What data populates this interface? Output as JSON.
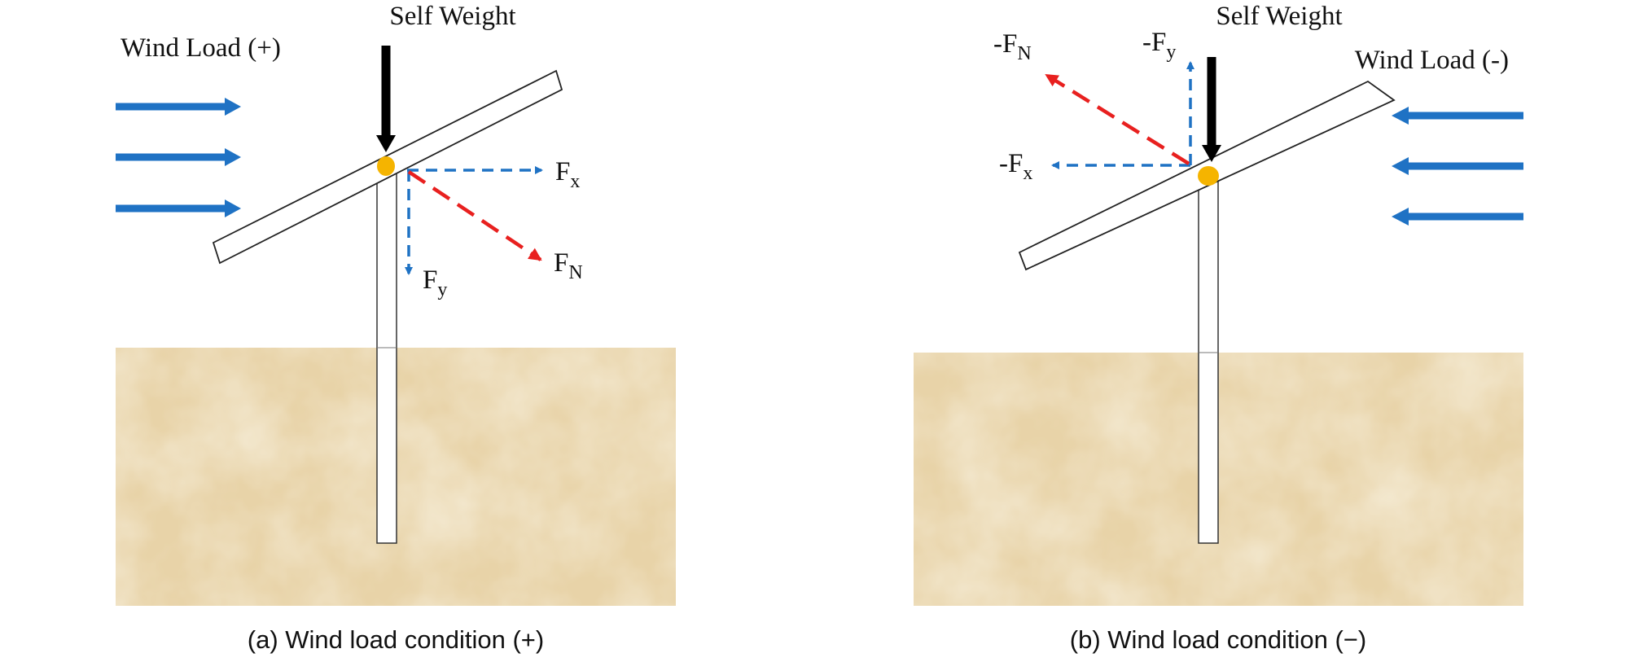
{
  "colors": {
    "wind_arrow": "#1f72c4",
    "component_arrow": "#1f72c4",
    "normal_arrow": "#e8201f",
    "weight_arrow": "#000000",
    "pivot": "#f5b400",
    "ground": "#e8d3a8"
  },
  "panel_a": {
    "self_weight": "Self Weight",
    "wind_load": "Wind Load (+)",
    "fx": "F",
    "fx_sub": "x",
    "fy": "F",
    "fy_sub": "y",
    "fn": "F",
    "fn_sub": "N",
    "caption": "(a) Wind load condition (+)"
  },
  "panel_b": {
    "self_weight": "Self Weight",
    "wind_load": "Wind Load (-)",
    "fx": "-F",
    "fx_sub": "x",
    "fy": "-F",
    "fy_sub": "y",
    "fn": "-F",
    "fn_sub": "N",
    "caption": "(b) Wind load condition (−)"
  }
}
